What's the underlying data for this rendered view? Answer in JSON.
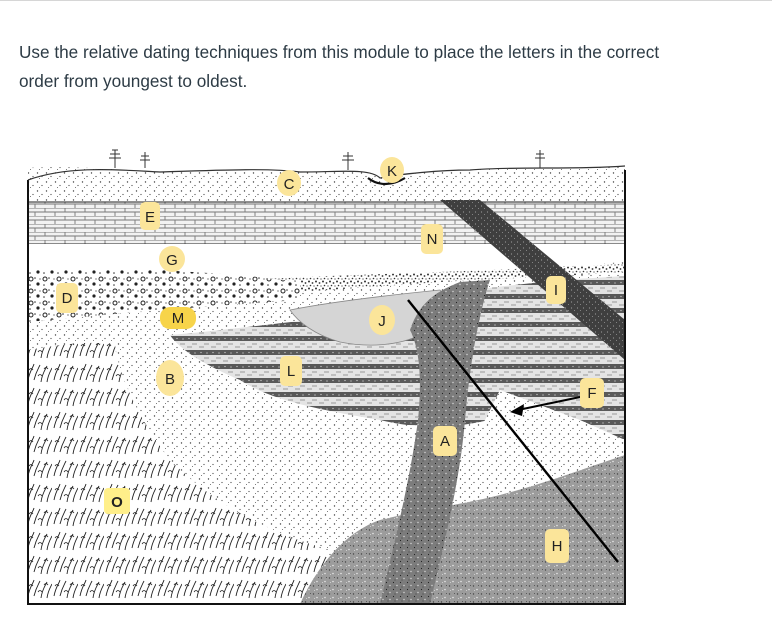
{
  "question": {
    "line1": "Use the relative dating techniques from this module to place the letters in the correct",
    "line2": "order from youngest to oldest."
  },
  "diagram": {
    "labels": [
      {
        "id": "A",
        "text": "A"
      },
      {
        "id": "B",
        "text": "B"
      },
      {
        "id": "C",
        "text": "C"
      },
      {
        "id": "D",
        "text": "D"
      },
      {
        "id": "E",
        "text": "E"
      },
      {
        "id": "F",
        "text": "F"
      },
      {
        "id": "G",
        "text": "G"
      },
      {
        "id": "H",
        "text": "H"
      },
      {
        "id": "I",
        "text": "I"
      },
      {
        "id": "J",
        "text": "J"
      },
      {
        "id": "K",
        "text": "K"
      },
      {
        "id": "L",
        "text": "L"
      },
      {
        "id": "M",
        "text": "M"
      },
      {
        "id": "N",
        "text": "N"
      },
      {
        "id": "O",
        "text": "O"
      }
    ],
    "colors": {
      "label_highlight": "#fbe59a",
      "label_highlight_o": "#ffef8a",
      "m_highlight": "#f7d44a",
      "dike_gray": "#7e7e7e",
      "fault_line": "#000000",
      "basement_gray": "#9b9b9b",
      "stripes_gray": "#585858"
    }
  }
}
